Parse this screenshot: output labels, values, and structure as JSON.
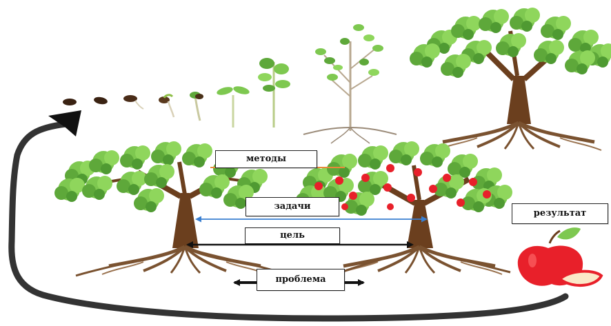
{
  "labels": {
    "methods": "методы",
    "tasks": "задачи",
    "goal": "цель",
    "problem": "проблема",
    "result": "результат"
  },
  "colors": {
    "leaf": "#7ec850",
    "leaf_dark": "#4f9a32",
    "trunk": "#6b3f1e",
    "root": "#7a5230",
    "apple": "#e8202a",
    "methods_line": "#e8893a",
    "tasks_line": "#3a7fd0",
    "arrow": "#111111",
    "loop_arrow": "#333333"
  },
  "icons": [
    "seed-icon",
    "sprout-icon",
    "sapling-icon",
    "tree-icon",
    "apple-tree-icon",
    "apple-icon",
    "loop-arrow-icon"
  ]
}
